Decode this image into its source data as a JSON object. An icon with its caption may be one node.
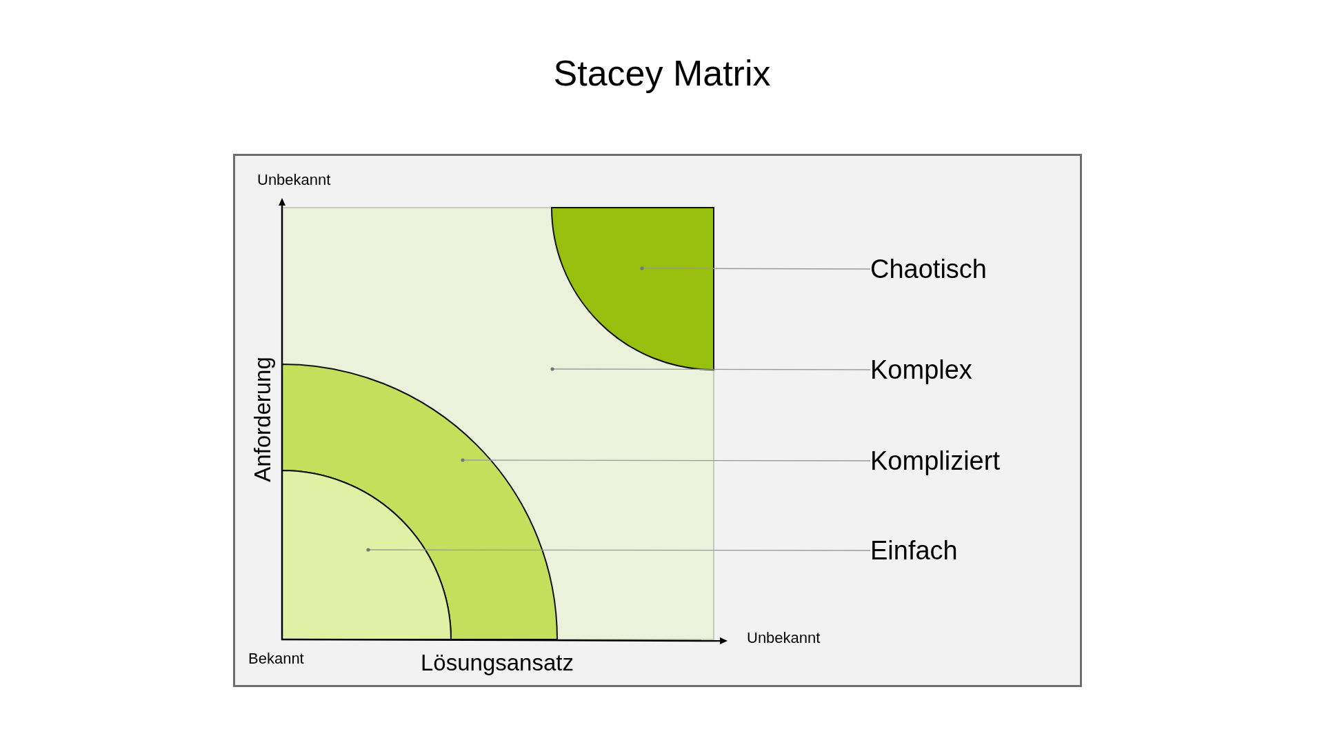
{
  "diagram": {
    "title": "Stacey Matrix",
    "nodes": [
      {
        "text": [
          "Chaotisch"
        ]
      },
      {
        "text": [
          "Komplex"
        ]
      },
      {
        "text": [
          "Kompliziert"
        ]
      },
      {
        "text": [
          "Einfach"
        ]
      },
      {
        "text": [],
        "shape": "box"
      },
      {
        "text": [],
        "shape": "band",
        "in": 4
      },
      {
        "text": [],
        "shape": "sector",
        "in": 4
      },
      {
        "text": [],
        "shape": "sector",
        "in": 4
      }
    ],
    "edges": [
      {
        "from": 0,
        "to": 7,
        "arrow": "other"
      },
      {
        "from": 1,
        "to": 4,
        "arrow": "other"
      },
      {
        "from": 2,
        "to": 5,
        "arrow": "other"
      },
      {
        "from": 3,
        "to": 6,
        "arrow": "other"
      }
    ],
    "labels": [
      "Unbekannt",
      "Anforderung",
      "Bekannt",
      "Lösungsansatz",
      "Unbekannt"
    ]
  }
}
